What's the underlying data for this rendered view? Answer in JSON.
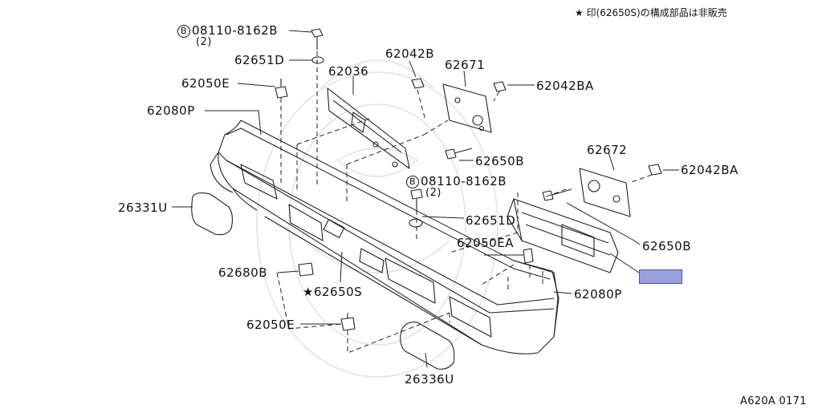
{
  "header_note": "★ 印(62650S)の構成部品は非販売",
  "reference_code": "A620A 0171",
  "bolt_symbol": "B",
  "parts": {
    "bolt_top": "08110-8162B",
    "bolt_top_qty": "(2)",
    "p62651D_top": "62651D",
    "p62050E_top": "62050E",
    "p62080P_left": "62080P",
    "p26331U": "26331U",
    "p62680B": "62680B",
    "p62650S": "★62650S",
    "p62050E_bottom": "62050E",
    "p26336U": "26336U",
    "p62036": "62036",
    "p62042B": "62042B",
    "p62671": "62671",
    "p62042BA_top": "62042BA",
    "p62650B_mid": "62650B",
    "bolt_mid": "08110-8162B",
    "bolt_mid_qty": "(2)",
    "p62651D_mid": "62651D",
    "p62050EA": "62050EA",
    "p62080P_right": "62080P",
    "p62672": "62672",
    "p62042BA_right": "62042BA",
    "p62650B_right": "62650B"
  },
  "highlight_color": "#9aa0dc"
}
